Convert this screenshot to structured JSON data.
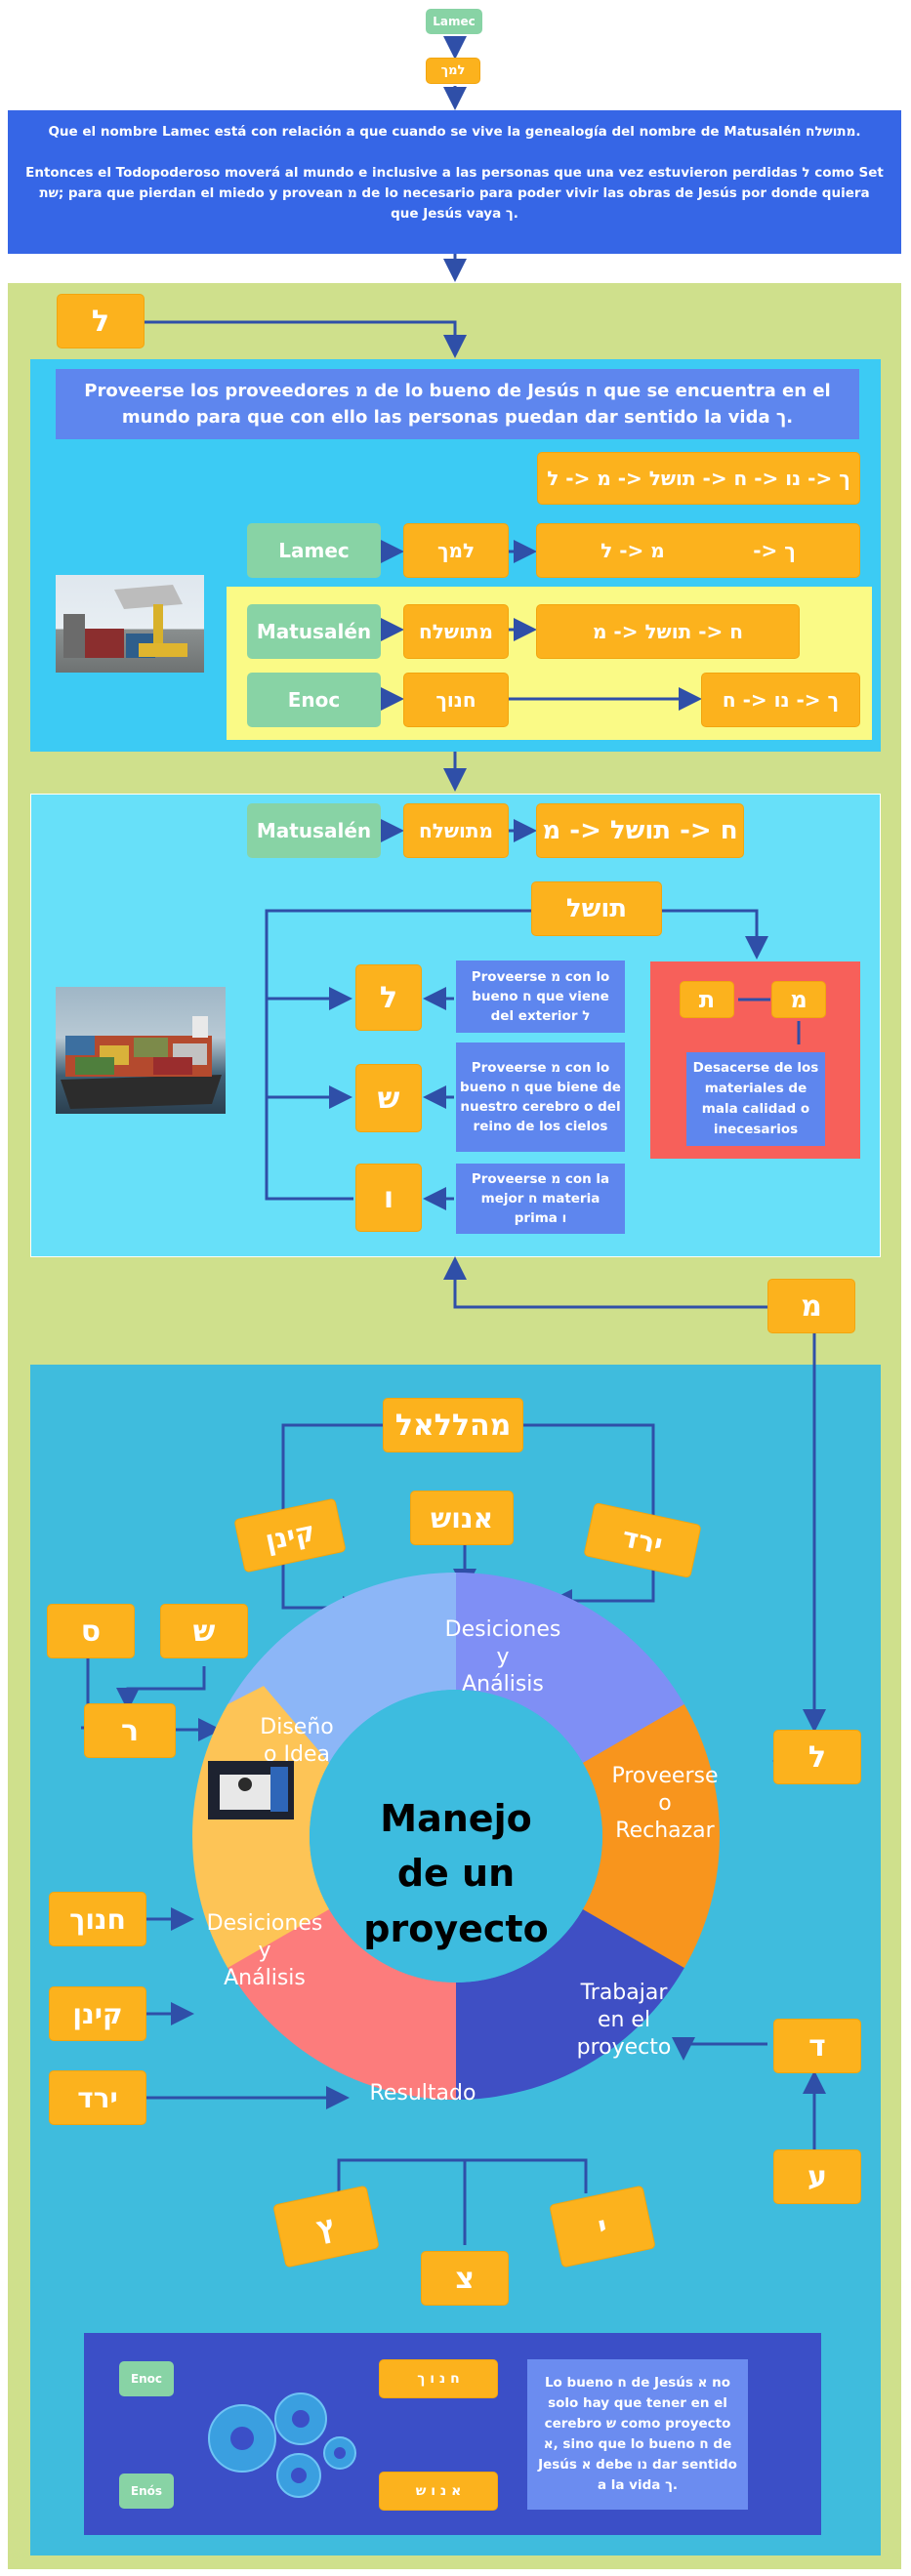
{
  "top": {
    "lamec_label": "Lamec",
    "lamec_hebrew": "למך",
    "intro_p1": "Que el nombre Lamec está con relación a que cuando se vive la genealogía del nombre de Matusalén מתושלח.",
    "intro_p2": "Entonces el Todopoderoso moverá al mundo e inclusive a las personas que una vez estuvieron perdidas ל como Set שת; para que pierdan el miedo y provean מ de lo necesario para poder vivir las obras de Jesús por donde quiera que Jesús vaya ך."
  },
  "section1": {
    "lamed_box": "ל",
    "title": "Proveerse los proveedores מ de lo bueno de Jesús ח que se encuentra en el mundo para que con ello las personas puedan dar sentido la vida ך.",
    "chain_full": "ך <- נו <- ח <- תושל <- מ <- ל",
    "rows": [
      {
        "name": "Lamec",
        "hebrew": "למך",
        "chain": "ך <-             מ <- ל"
      },
      {
        "name": "Matusalén",
        "hebrew": "מתושלח",
        "chain": "ח <- תושל <- מ"
      },
      {
        "name": "Enoc",
        "hebrew": "חנוך",
        "chain": "ך <- נו <- ח"
      }
    ]
  },
  "section2": {
    "name": "Matusalén",
    "hebrew": "מתושלח",
    "chain": "ח <- תושל <- מ",
    "tushel": "תושל",
    "letters": [
      "ל",
      "ש",
      "ו"
    ],
    "descs": [
      "Proveerse מ con lo bueno ח que viene del exterior ל",
      "Proveerse מ con lo bueno ח que biene de nuestro cerebro o del reino de los cielos",
      "Proveerse מ con la mejor ח materia prima ו"
    ],
    "mem": "מ",
    "tav": "ת",
    "desacerse": "Desacerse de los materiales de mala calidad o inecesarios"
  },
  "mid": {
    "mem": "מ"
  },
  "section3": {
    "mahalalel": "מהללאל",
    "kenan_top": "קינן",
    "enosh": "אנוש",
    "yered_top": "ירד",
    "shin": "ש",
    "samekh": "ס",
    "resh": "ר",
    "lamed_right": "ל",
    "dalet": "ד",
    "ayin": "ע",
    "tsade_left": "ץ",
    "tsade": "צ",
    "yod": "י",
    "hanoch": "חנוך",
    "kenan_left": "קינן",
    "yered_left": "ירד",
    "cycle": {
      "center": [
        "Manejo",
        "de un",
        "proyecto"
      ],
      "seg_top": [
        "Desiciones",
        "y",
        "Análisis"
      ],
      "seg_right": [
        "Proveerse",
        "o",
        "Rechazar"
      ],
      "seg_bottom_right": [
        "Trabajar",
        "en el",
        "proyecto"
      ],
      "seg_bottom": [
        "Resultado"
      ],
      "seg_left": [
        "Desiciones",
        "y",
        "Análisis"
      ],
      "seg_top_left": [
        "Diseño",
        "o Idea"
      ]
    },
    "colors": {
      "seg_top": "#7f8ff5",
      "seg_right": "#f8951d",
      "seg_bottom_right": "#3f4fc4",
      "seg_bottom": "#fc7c7c",
      "seg_left": "#fdc456",
      "seg_top_left": "#8cb6f7",
      "center": "#3dbcdf"
    }
  },
  "bottom": {
    "enoc": "Enoc",
    "enos": "Enós",
    "hanoch_spaced": "ח נ ו ך",
    "enosh_spaced": "א נ ו ש",
    "text": "Lo bueno ח de Jesús א no solo hay que tener en el cerebro ש como proyecto א, sino que lo bueno ח de Jesús א debe נו dar sentido a la vida ך."
  }
}
